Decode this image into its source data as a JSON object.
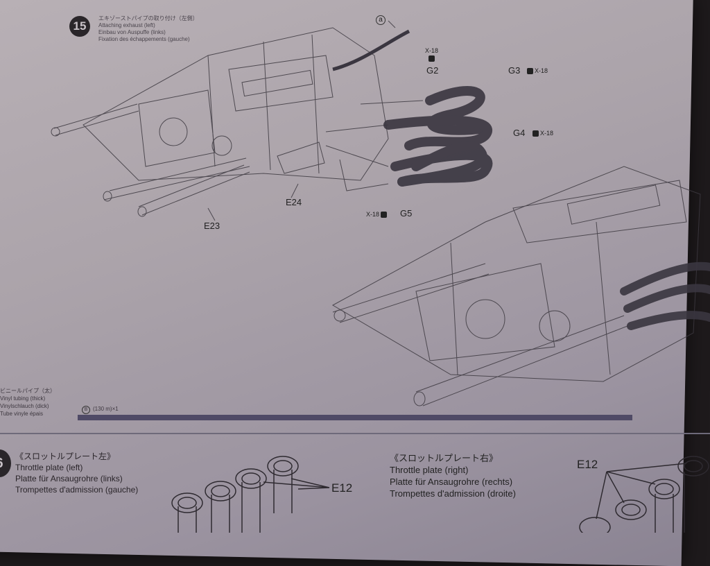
{
  "step15": {
    "number": "15",
    "caption_jp": "エキゾーストパイプの取り付け（左側）",
    "caption_en": "Attaching exhaust (left)",
    "caption_de": "Einbau von Auspuffe (links)",
    "caption_fr": "Fixation des échappements (gauche)"
  },
  "labels": {
    "a": "a",
    "x18_top": "X-18",
    "g2": "G2",
    "g3": "G3",
    "x18_g3": "X-18",
    "g4": "G4",
    "x18_g4": "X-18",
    "x18_g5": "X-18",
    "g5": "G5",
    "e24": "E24",
    "e23": "E23"
  },
  "vinyl": {
    "jp": "ビニールパイプ（太）",
    "en": "Vinyl tubing (thick)",
    "de": "Vinylschlauch (dick)",
    "fr": "Tube vinyle épais",
    "badge": "B",
    "count": "(130 m)×1"
  },
  "step16": {
    "number": "6",
    "left_jp": "《スロットルプレート左》",
    "left_en": "Throttle plate (left)",
    "left_de": "Platte für Ansaugrohre (links)",
    "left_fr": "Trompettes d'admission (gauche)",
    "left_part": "E12",
    "right_jp": "《スロットルプレート右》",
    "right_en": "Throttle plate (right)",
    "right_de": "Platte für Ansaugrohre (rechts)",
    "right_fr": "Trompettes d'admission (droite)",
    "right_part": "E12"
  }
}
